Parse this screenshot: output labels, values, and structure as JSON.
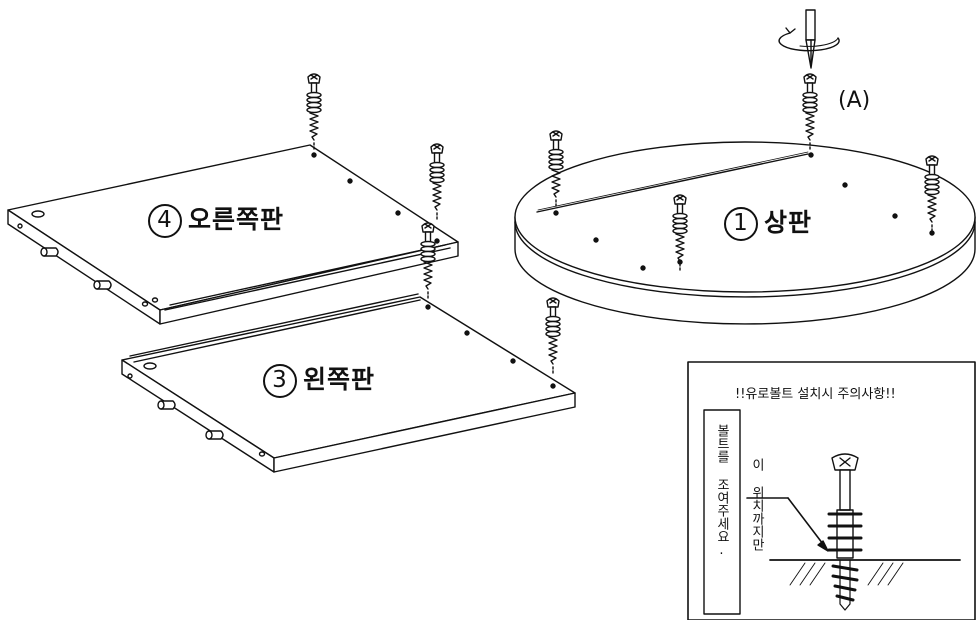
{
  "parts": {
    "top_board": {
      "number": "1",
      "label": "상판"
    },
    "right_board": {
      "number": "4",
      "label": "오른쪽판"
    },
    "left_board": {
      "number": "3",
      "label": "왼쪽판"
    }
  },
  "marker_a": "(A)",
  "notice": {
    "title": "!!유로볼트 설치시 주의사항!!",
    "side_text": "볼트를 조여주세요.",
    "arrow_text": "이 위치까지만"
  }
}
